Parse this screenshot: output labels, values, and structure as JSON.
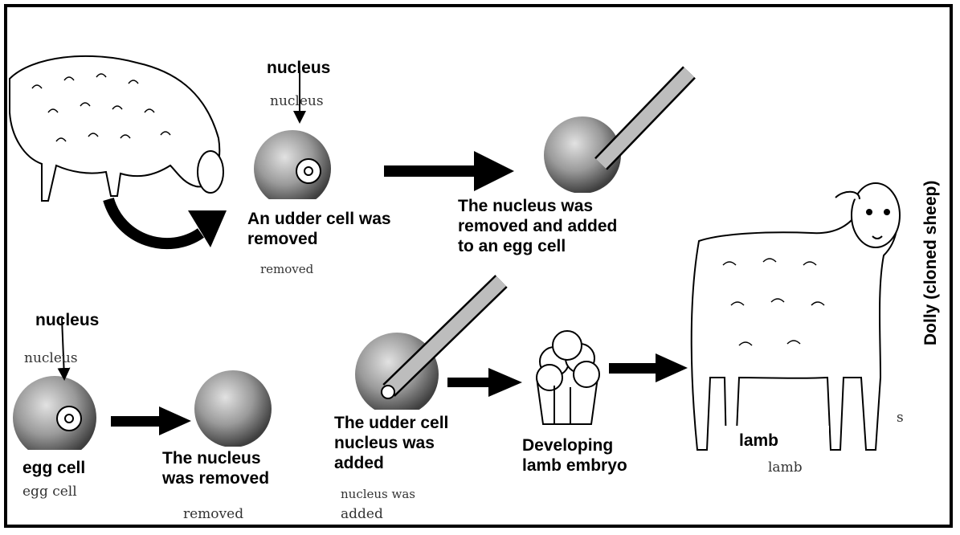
{
  "labels": {
    "nucleus_top": "nucleus",
    "udder_cell": [
      "An udder cell was",
      "removed"
    ],
    "nucleus_moved": [
      "The nucleus was",
      "removed and added",
      "to an egg cell"
    ],
    "nucleus_bottom": "nucleus",
    "egg_cell": "egg cell",
    "nucleus_removed": [
      "The nucleus",
      "was removed"
    ],
    "udder_nucleus_added": [
      "The udder cell",
      "nucleus was",
      "added"
    ],
    "embryo": [
      "Developing",
      "lamb embryo"
    ],
    "lamb": "lamb",
    "dolly": "Dolly (cloned sheep)"
  },
  "faint_labels": {
    "nucleus_top": "nucleus",
    "removed_top": "removed",
    "nucleus_bottom": "nucleus",
    "egg_cell": "egg cell",
    "removed_bottom": "removed",
    "nucleus_was": "nucleus was",
    "added": "added",
    "lamb": "lamb",
    "s": "s"
  }
}
